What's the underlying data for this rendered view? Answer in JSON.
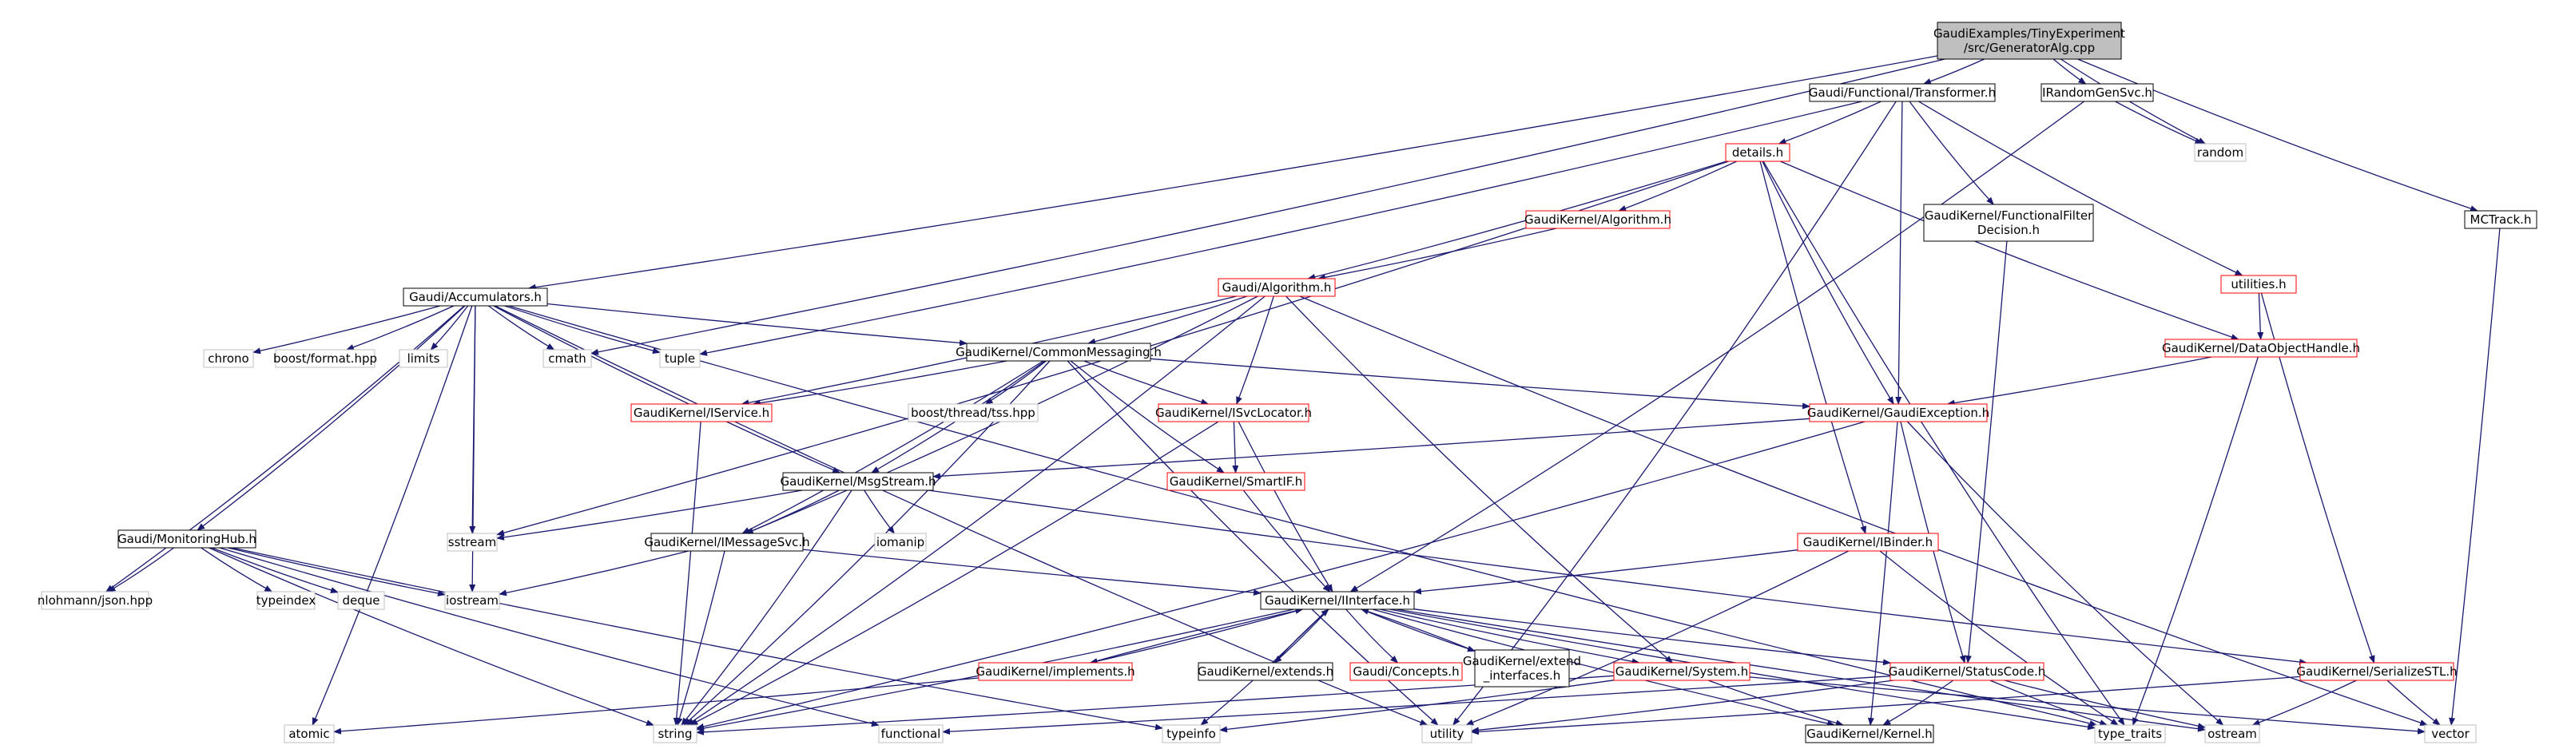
{
  "colors": {
    "edge": "#191970",
    "root_fill": "#bfbfbf",
    "box_black": "#000000",
    "box_red": "#ff0000",
    "box_gray": "#bfbfbf",
    "background": "#ffffff"
  },
  "nodes": [
    {
      "id": "root",
      "lines": [
        "GaudiExamples/TinyExperiment",
        "/src/GeneratorAlg.cpp"
      ],
      "style": "root"
    },
    {
      "id": "accumulators",
      "lines": [
        "Gaudi/Accumulators.h"
      ],
      "style": "black"
    },
    {
      "id": "transformer",
      "lines": [
        "Gaudi/Functional/Transformer.h"
      ],
      "style": "black"
    },
    {
      "id": "irandomgensvc",
      "lines": [
        "IRandomGenSvc.h"
      ],
      "style": "black"
    },
    {
      "id": "random",
      "lines": [
        "random"
      ],
      "style": "gray"
    },
    {
      "id": "mctrack",
      "lines": [
        "MCTrack.h"
      ],
      "style": "black"
    },
    {
      "id": "details",
      "lines": [
        "details.h"
      ],
      "style": "red"
    },
    {
      "id": "gk_algorithm",
      "lines": [
        "GaudiKernel/Algorithm.h"
      ],
      "style": "red"
    },
    {
      "id": "filterdecision",
      "lines": [
        "GaudiKernel/FunctionalFilter",
        "Decision.h"
      ],
      "style": "black"
    },
    {
      "id": "utilities",
      "lines": [
        "utilities.h"
      ],
      "style": "red"
    },
    {
      "id": "gaudi_algorithm",
      "lines": [
        "Gaudi/Algorithm.h"
      ],
      "style": "red"
    },
    {
      "id": "dataobjecthandle",
      "lines": [
        "GaudiKernel/DataObjectHandle.h"
      ],
      "style": "red"
    },
    {
      "id": "chrono",
      "lines": [
        "chrono"
      ],
      "style": "gray"
    },
    {
      "id": "boostformat",
      "lines": [
        "boost/format.hpp"
      ],
      "style": "gray"
    },
    {
      "id": "limits",
      "lines": [
        "limits"
      ],
      "style": "gray"
    },
    {
      "id": "cmath",
      "lines": [
        "cmath"
      ],
      "style": "gray"
    },
    {
      "id": "tuple",
      "lines": [
        "tuple"
      ],
      "style": "gray"
    },
    {
      "id": "commonmessaging",
      "lines": [
        "GaudiKernel/CommonMessaging.h"
      ],
      "style": "black"
    },
    {
      "id": "iservice",
      "lines": [
        "GaudiKernel/IService.h"
      ],
      "style": "red"
    },
    {
      "id": "boosttss",
      "lines": [
        "boost/thread/tss.hpp"
      ],
      "style": "gray"
    },
    {
      "id": "isvclocator",
      "lines": [
        "GaudiKernel/ISvcLocator.h"
      ],
      "style": "red"
    },
    {
      "id": "gaudiexception",
      "lines": [
        "GaudiKernel/GaudiException.h"
      ],
      "style": "red"
    },
    {
      "id": "smartif",
      "lines": [
        "GaudiKernel/SmartIF.h"
      ],
      "style": "red"
    },
    {
      "id": "msgstream",
      "lines": [
        "GaudiKernel/MsgStream.h"
      ],
      "style": "black"
    },
    {
      "id": "monitoringhub",
      "lines": [
        "Gaudi/MonitoringHub.h"
      ],
      "style": "black"
    },
    {
      "id": "sstream",
      "lines": [
        "sstream"
      ],
      "style": "gray"
    },
    {
      "id": "iomanip",
      "lines": [
        "iomanip"
      ],
      "style": "gray"
    },
    {
      "id": "imessagesvc",
      "lines": [
        "GaudiKernel/IMessageSvc.h"
      ],
      "style": "black"
    },
    {
      "id": "ibinder",
      "lines": [
        "GaudiKernel/IBinder.h"
      ],
      "style": "red"
    },
    {
      "id": "nlohmann",
      "lines": [
        "nlohmann/json.hpp"
      ],
      "style": "gray"
    },
    {
      "id": "typeindex",
      "lines": [
        "typeindex"
      ],
      "style": "gray"
    },
    {
      "id": "deque",
      "lines": [
        "deque"
      ],
      "style": "gray"
    },
    {
      "id": "iostream",
      "lines": [
        "iostream"
      ],
      "style": "gray"
    },
    {
      "id": "iinterface",
      "lines": [
        "GaudiKernel/IInterface.h"
      ],
      "style": "black"
    },
    {
      "id": "implements",
      "lines": [
        "GaudiKernel/implements.h"
      ],
      "style": "red"
    },
    {
      "id": "extends",
      "lines": [
        "GaudiKernel/extends.h"
      ],
      "style": "black"
    },
    {
      "id": "concepts",
      "lines": [
        "Gaudi/Concepts.h"
      ],
      "style": "red"
    },
    {
      "id": "extend_interfaces",
      "lines": [
        "GaudiKernel/extend",
        "_interfaces.h"
      ],
      "style": "black"
    },
    {
      "id": "system",
      "lines": [
        "GaudiKernel/System.h"
      ],
      "style": "red"
    },
    {
      "id": "statuscode",
      "lines": [
        "GaudiKernel/StatusCode.h"
      ],
      "style": "red"
    },
    {
      "id": "serializestl",
      "lines": [
        "GaudiKernel/SerializeSTL.h"
      ],
      "style": "red"
    },
    {
      "id": "atomic",
      "lines": [
        "atomic"
      ],
      "style": "gray"
    },
    {
      "id": "string",
      "lines": [
        "string"
      ],
      "style": "gray"
    },
    {
      "id": "functional",
      "lines": [
        "functional"
      ],
      "style": "gray"
    },
    {
      "id": "typeinfo",
      "lines": [
        "typeinfo"
      ],
      "style": "gray"
    },
    {
      "id": "utility",
      "lines": [
        "utility"
      ],
      "style": "gray"
    },
    {
      "id": "kernel",
      "lines": [
        "GaudiKernel/Kernel.h"
      ],
      "style": "black"
    },
    {
      "id": "type_traits",
      "lines": [
        "type_traits"
      ],
      "style": "gray"
    },
    {
      "id": "ostream",
      "lines": [
        "ostream"
      ],
      "style": "gray"
    },
    {
      "id": "vector",
      "lines": [
        "vector"
      ],
      "style": "gray"
    }
  ],
  "edges": [
    [
      "root",
      "accumulators"
    ],
    [
      "root",
      "transformer"
    ],
    [
      "root",
      "irandomgensvc"
    ],
    [
      "root",
      "random"
    ],
    [
      "root",
      "mctrack"
    ],
    [
      "root",
      "cmath"
    ],
    [
      "accumulators",
      "chrono"
    ],
    [
      "accumulators",
      "boostformat"
    ],
    [
      "accumulators",
      "limits"
    ],
    [
      "accumulators",
      "cmath"
    ],
    [
      "accumulators",
      "tuple"
    ],
    [
      "accumulators",
      "commonmessaging"
    ],
    [
      "accumulators",
      "msgstream"
    ],
    [
      "accumulators",
      "monitoringhub"
    ],
    [
      "accumulators",
      "sstream"
    ],
    [
      "accumulators",
      "iostream"
    ],
    [
      "accumulators",
      "atomic"
    ],
    [
      "accumulators",
      "nlohmann"
    ],
    [
      "accumulators",
      "utility"
    ],
    [
      "accumulators",
      "type_traits"
    ],
    [
      "transformer",
      "details"
    ],
    [
      "transformer",
      "filterdecision"
    ],
    [
      "transformer",
      "utilities"
    ],
    [
      "transformer",
      "gaudiexception"
    ],
    [
      "transformer",
      "tuple"
    ],
    [
      "transformer",
      "utility"
    ],
    [
      "irandomgensvc",
      "random"
    ],
    [
      "irandomgensvc",
      "iinterface"
    ],
    [
      "mctrack",
      "vector"
    ],
    [
      "details",
      "gk_algorithm"
    ],
    [
      "details",
      "gaudi_algorithm"
    ],
    [
      "details",
      "dataobjecthandle"
    ],
    [
      "details",
      "gaudiexception"
    ],
    [
      "details",
      "ibinder"
    ],
    [
      "details",
      "sstream"
    ],
    [
      "details",
      "type_traits"
    ],
    [
      "gk_algorithm",
      "gaudi_algorithm"
    ],
    [
      "filterdecision",
      "statuscode"
    ],
    [
      "utilities",
      "dataobjecthandle"
    ],
    [
      "utilities",
      "serializestl"
    ],
    [
      "gaudi_algorithm",
      "commonmessaging"
    ],
    [
      "gaudi_algorithm",
      "iservice"
    ],
    [
      "gaudi_algorithm",
      "isvclocator"
    ],
    [
      "gaudi_algorithm",
      "imessagesvc"
    ],
    [
      "gaudi_algorithm",
      "system"
    ],
    [
      "gaudi_algorithm",
      "string"
    ],
    [
      "gaudi_algorithm",
      "vector"
    ],
    [
      "dataobjecthandle",
      "gaudiexception"
    ],
    [
      "dataobjecthandle",
      "type_traits"
    ],
    [
      "commonmessaging",
      "iservice"
    ],
    [
      "commonmessaging",
      "boosttss"
    ],
    [
      "commonmessaging",
      "isvclocator"
    ],
    [
      "commonmessaging",
      "smartif"
    ],
    [
      "commonmessaging",
      "msgstream"
    ],
    [
      "commonmessaging",
      "imessagesvc"
    ],
    [
      "commonmessaging",
      "gaudiexception"
    ],
    [
      "commonmessaging",
      "string"
    ],
    [
      "commonmessaging",
      "utility"
    ],
    [
      "iservice",
      "string"
    ],
    [
      "isvclocator",
      "smartif"
    ],
    [
      "isvclocator",
      "iinterface"
    ],
    [
      "isvclocator",
      "string"
    ],
    [
      "gaudiexception",
      "msgstream"
    ],
    [
      "gaudiexception",
      "statuscode"
    ],
    [
      "gaudiexception",
      "kernel"
    ],
    [
      "gaudiexception",
      "string"
    ],
    [
      "gaudiexception",
      "ostream"
    ],
    [
      "smartif",
      "iinterface"
    ],
    [
      "msgstream",
      "imessagesvc"
    ],
    [
      "msgstream",
      "sstream"
    ],
    [
      "msgstream",
      "iomanip"
    ],
    [
      "msgstream",
      "string"
    ],
    [
      "msgstream",
      "serializestl"
    ],
    [
      "monitoringhub",
      "nlohmann"
    ],
    [
      "monitoringhub",
      "typeindex"
    ],
    [
      "monitoringhub",
      "deque"
    ],
    [
      "monitoringhub",
      "iostream"
    ],
    [
      "monitoringhub",
      "string"
    ],
    [
      "monitoringhub",
      "functional"
    ],
    [
      "monitoringhub",
      "typeinfo"
    ],
    [
      "imessagesvc",
      "iostream"
    ],
    [
      "imessagesvc",
      "iinterface"
    ],
    [
      "imessagesvc",
      "string"
    ],
    [
      "ibinder",
      "iinterface"
    ],
    [
      "ibinder",
      "type_traits"
    ],
    [
      "ibinder",
      "utility"
    ],
    [
      "iinterface",
      "implements"
    ],
    [
      "iinterface",
      "extends"
    ],
    [
      "iinterface",
      "concepts"
    ],
    [
      "iinterface",
      "extend_interfaces"
    ],
    [
      "iinterface",
      "system"
    ],
    [
      "iinterface",
      "statuscode"
    ],
    [
      "iinterface",
      "kernel"
    ],
    [
      "iinterface",
      "typeinfo"
    ],
    [
      "iinterface",
      "type_traits"
    ],
    [
      "iinterface",
      "ostream"
    ],
    [
      "iinterface",
      "string"
    ],
    [
      "implements",
      "iinterface"
    ],
    [
      "extends",
      "iinterface"
    ],
    [
      "extend_interfaces",
      "iinterface"
    ],
    [
      "implements",
      "atomic"
    ],
    [
      "system",
      "kernel"
    ],
    [
      "system",
      "string"
    ],
    [
      "system",
      "typeinfo"
    ],
    [
      "system",
      "vector"
    ],
    [
      "statuscode",
      "kernel"
    ],
    [
      "statuscode",
      "functional"
    ],
    [
      "statuscode",
      "ostream"
    ],
    [
      "statuscode",
      "type_traits"
    ],
    [
      "statuscode",
      "utility"
    ],
    [
      "serializestl",
      "ostream"
    ],
    [
      "serializestl",
      "utility"
    ],
    [
      "serializestl",
      "vector"
    ]
  ]
}
